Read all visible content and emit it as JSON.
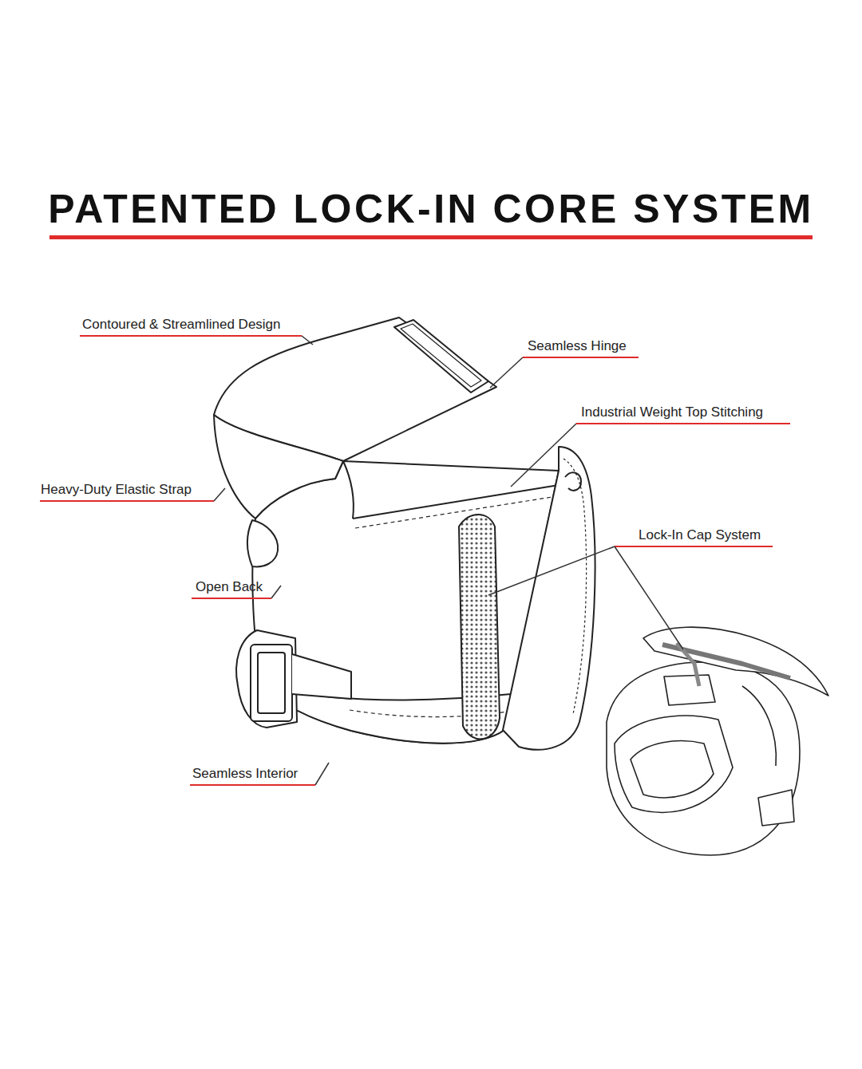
{
  "diagram": {
    "title": "PATENTED LOCK-IN CORE SYSTEM",
    "labels": [
      "Contoured & Streamlined Design",
      "Seamless Hinge",
      "Industrial Weight Top Stitching",
      "Heavy-Duty Elastic Strap",
      "Lock-In Cap System",
      "Open Back",
      "Seamless Interior"
    ]
  }
}
